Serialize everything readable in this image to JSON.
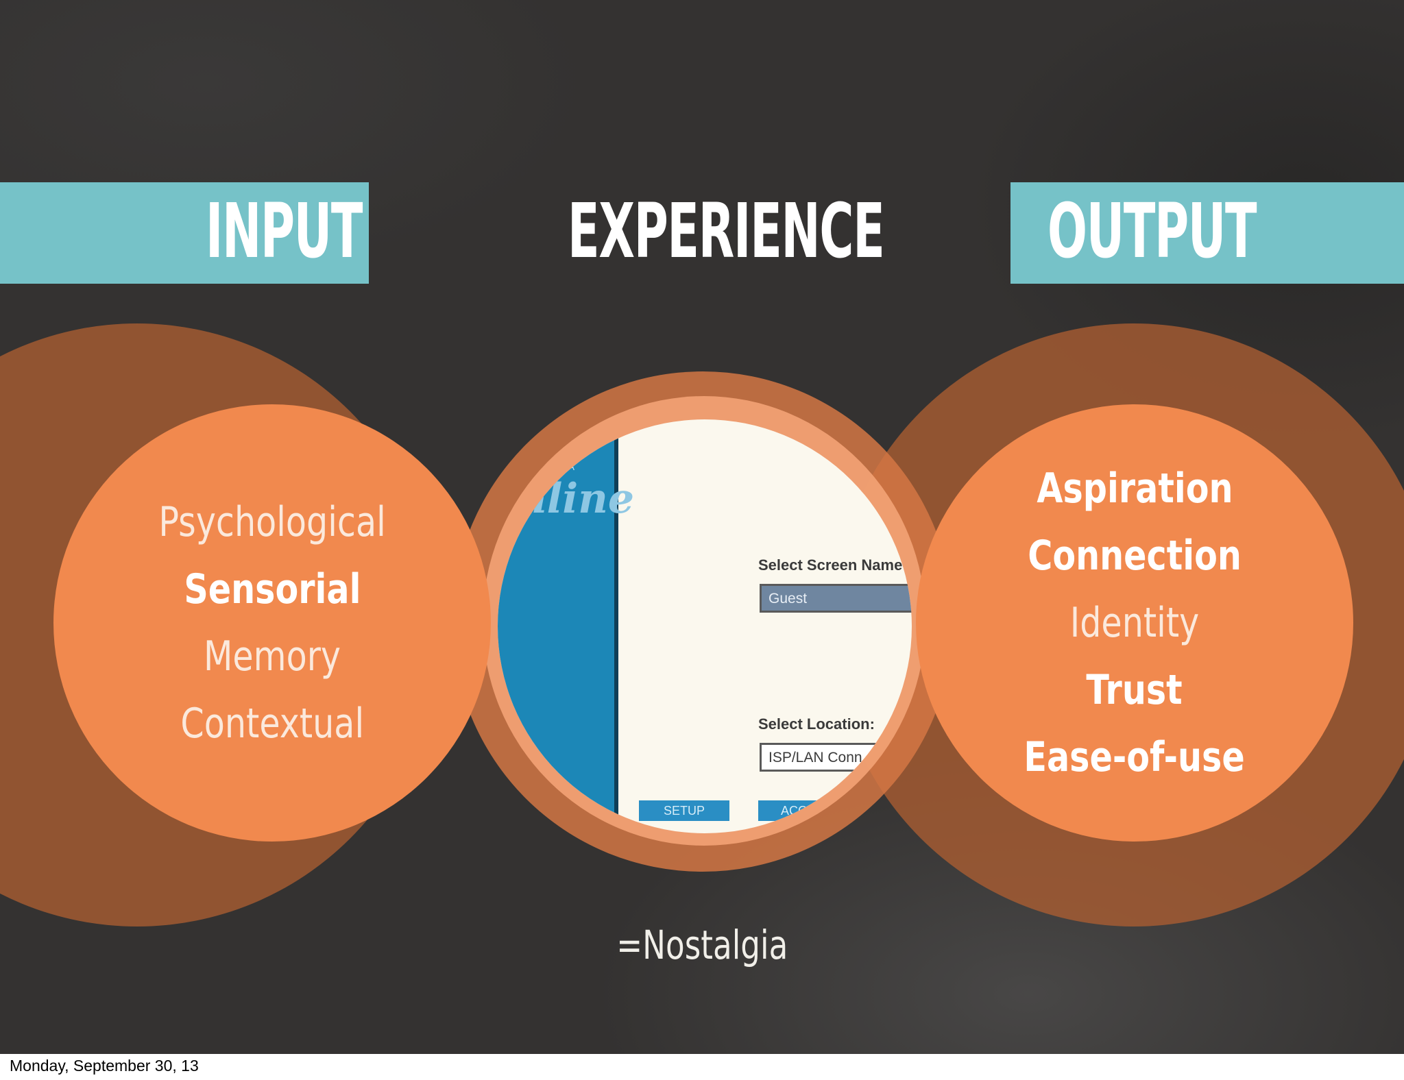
{
  "headers": {
    "input": "INPUT",
    "experience": "EXPERIENCE",
    "output": "OUTPUT"
  },
  "input_items": [
    {
      "label": "Psychological",
      "weight": "light"
    },
    {
      "label": "Sensorial",
      "weight": "bold"
    },
    {
      "label": "Memory",
      "weight": "light"
    },
    {
      "label": "Contextual",
      "weight": "light"
    }
  ],
  "output_items": [
    {
      "label": "Aspiration",
      "weight": "bold"
    },
    {
      "label": "Connection",
      "weight": "bold"
    },
    {
      "label": "Identity",
      "weight": "light"
    },
    {
      "label": "Trust",
      "weight": "bold"
    },
    {
      "label": "Ease-of-use",
      "weight": "bold"
    }
  ],
  "experience_screenshot": {
    "logo_top": "ERICA",
    "logo": "nline",
    "screen_name_label": "Select Screen Name",
    "screen_name_value": "Guest",
    "location_label": "Select Location:",
    "location_value": "ISP/LAN Conn",
    "setup_button": "SETUP",
    "access_button": "ACCESS"
  },
  "result": "=Nostalgia",
  "footer": "Monday, September 30, 13",
  "colors": {
    "background": "#343231",
    "banner": "#76c2c8",
    "circle_core": "#f1894e",
    "circle_halo": "#ac5e32"
  }
}
